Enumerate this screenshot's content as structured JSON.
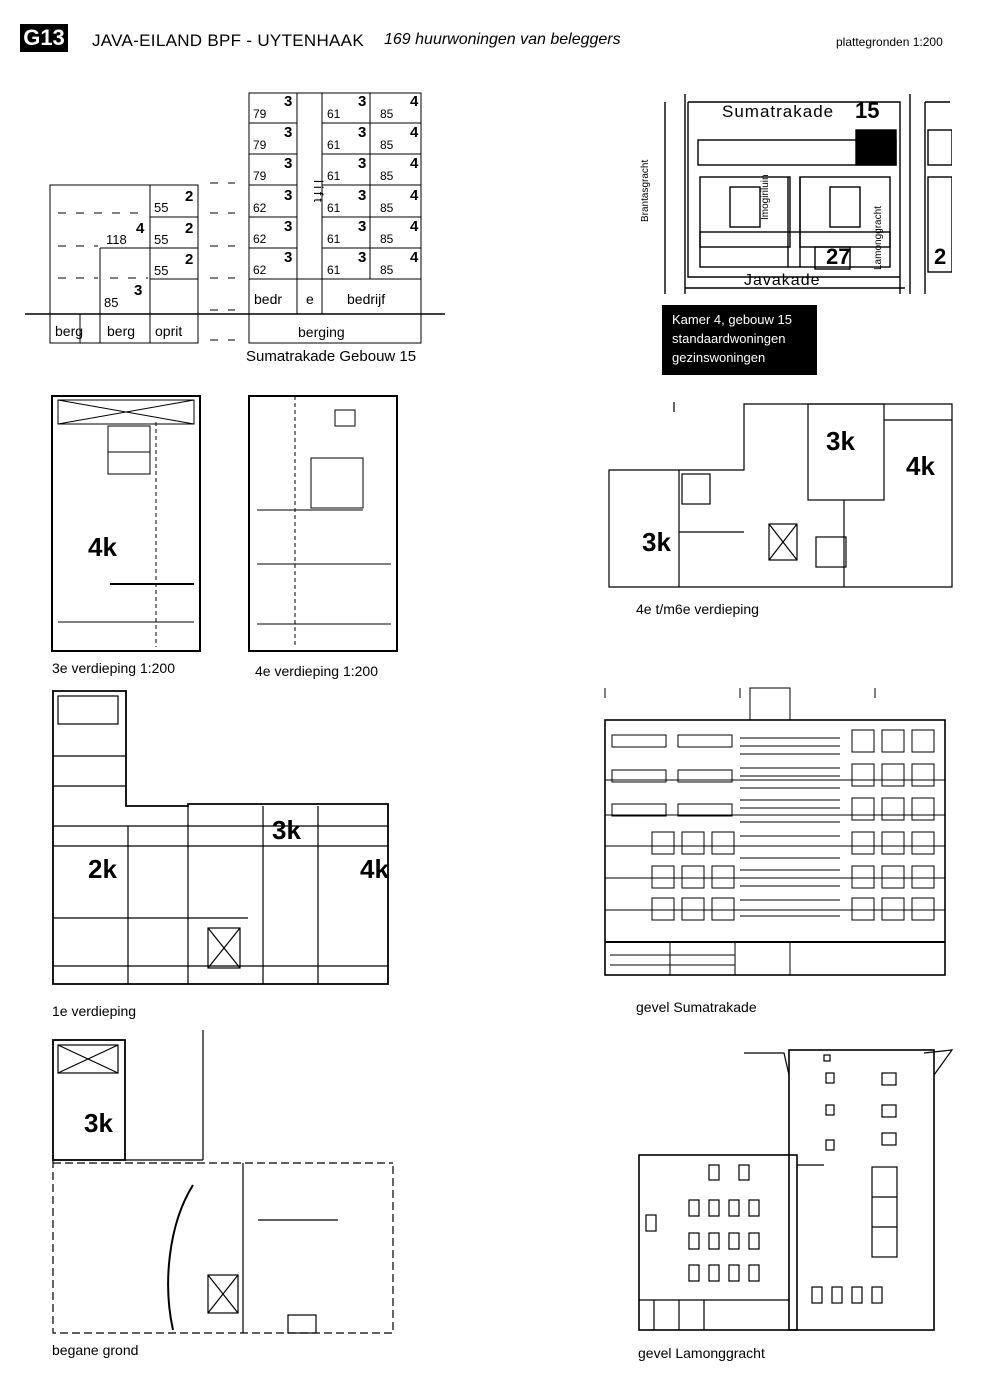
{
  "header": {
    "code": "G13",
    "title": "JAVA-EILAND BPF - UYTENHAAK",
    "subtitle": "169 huurwoningen van beleggers",
    "scale": "plattegronden 1:200"
  },
  "section_diagram": {
    "caption": "Sumatrakade Gebouw 15",
    "left_block": {
      "rows": [
        {
          "area": "55",
          "rooms": "2"
        },
        {
          "area": "55",
          "rooms": "2",
          "left_area": "118",
          "left_rooms": "4"
        },
        {
          "area": "55",
          "rooms": "2"
        },
        {
          "left_area": "85",
          "left_rooms": "3"
        }
      ],
      "bottom": [
        "berg",
        "berg",
        "oprit"
      ]
    },
    "right_block": {
      "lift_label": "lift",
      "rows": [
        {
          "a": "79",
          "ar": "3",
          "b": "61",
          "br": "3",
          "c": "85",
          "cr": "4"
        },
        {
          "a": "79",
          "ar": "3",
          "b": "61",
          "br": "3",
          "c": "85",
          "cr": "4"
        },
        {
          "a": "79",
          "ar": "3",
          "b": "61",
          "br": "3",
          "c": "85",
          "cr": "4"
        },
        {
          "a": "62",
          "ar": "3",
          "b": "61",
          "br": "3",
          "c": "85",
          "cr": "4"
        },
        {
          "a": "62",
          "ar": "3",
          "b": "61",
          "br": "3",
          "c": "85",
          "cr": "4"
        },
        {
          "a": "62",
          "ar": "3",
          "b": "61",
          "br": "3",
          "c": "85",
          "cr": "4"
        }
      ],
      "ground": [
        "bedr",
        "e",
        "bedrijf"
      ],
      "basement": "berging"
    }
  },
  "site_map": {
    "street_top": "Sumatrakade",
    "building_top": "15",
    "street_bottom": "Javakade",
    "building_bottom": "27",
    "building_right": "2",
    "street_left": "Brantasgracht",
    "street_mid": "Imogiriluin",
    "street_right": "Lamonggracht"
  },
  "legend": {
    "line1": "Kamer 4, gebouw 15",
    "line2": "standaardwoningen",
    "line3": "gezinswoningen"
  },
  "plans": {
    "p3": {
      "caption": "3e verdieping 1:200",
      "room": "4k"
    },
    "p4": {
      "caption": "4e verdieping 1:200"
    },
    "p4b": {
      "caption": "4e t/m6e verdieping",
      "rooms": [
        "3k",
        "4k",
        "3k"
      ]
    },
    "p1": {
      "caption": "1e verdieping",
      "rooms": [
        "3k",
        "2k",
        "4k"
      ]
    },
    "pg": {
      "caption": "begane grond",
      "room": "3k"
    }
  },
  "elevations": {
    "sumatrakade": "gevel Sumatrakade",
    "lamonggracht": "gevel Lamonggracht"
  }
}
